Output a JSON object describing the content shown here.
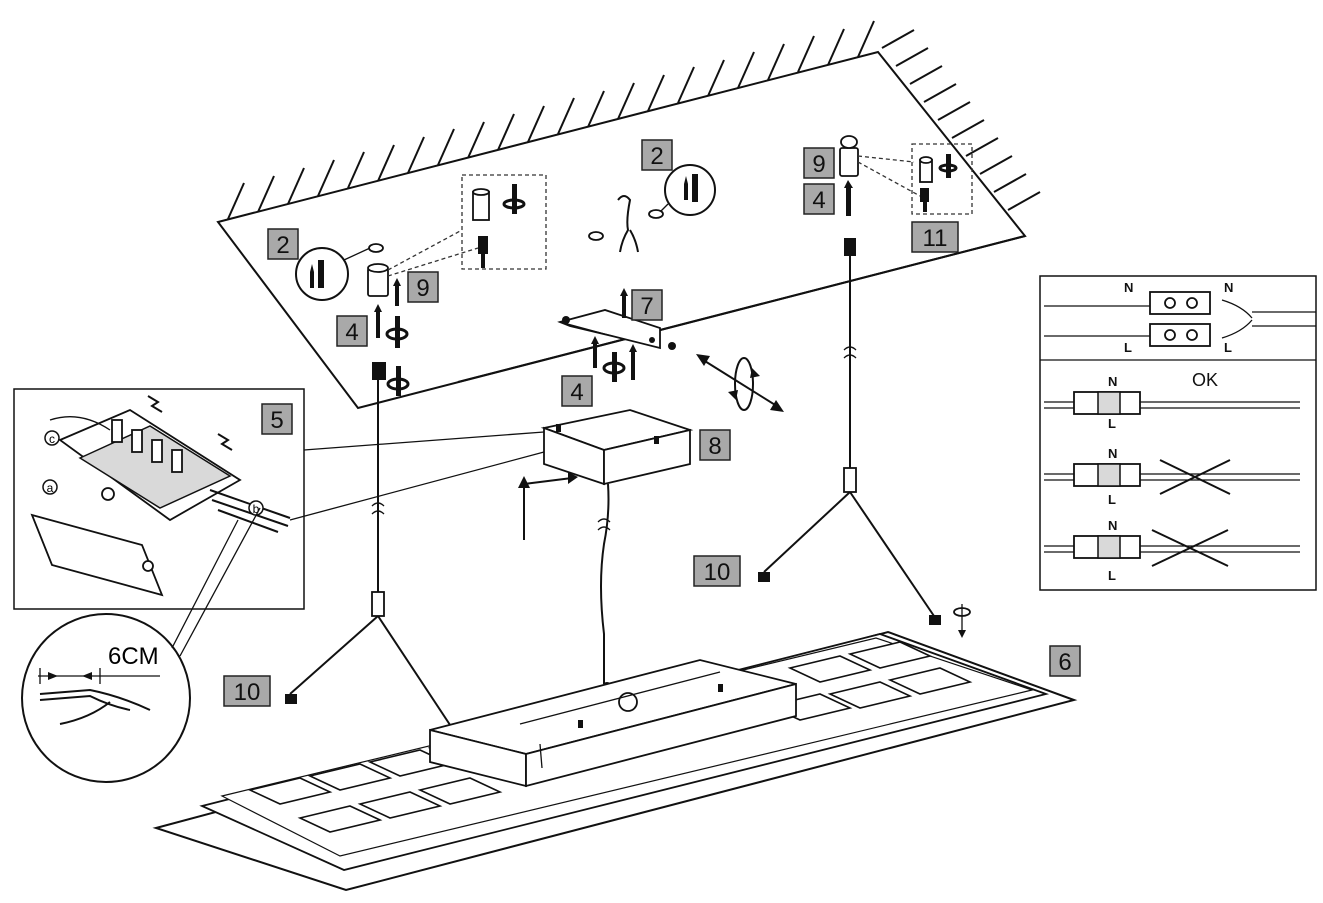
{
  "callouts": {
    "c2a": "2",
    "c2b": "2",
    "c4a": "4",
    "c4b": "4",
    "c4c": "4",
    "c5": "5",
    "c6": "6",
    "c7": "7",
    "c8": "8",
    "c9a": "9",
    "c9b": "9",
    "c10a": "10",
    "c10b": "10",
    "c11": "11"
  },
  "strip_length": "6CM",
  "wiring": {
    "neutral": "N",
    "live": "L",
    "ok_label": "OK"
  },
  "detail_letters": {
    "a": "a",
    "b": "b",
    "c": "c"
  }
}
